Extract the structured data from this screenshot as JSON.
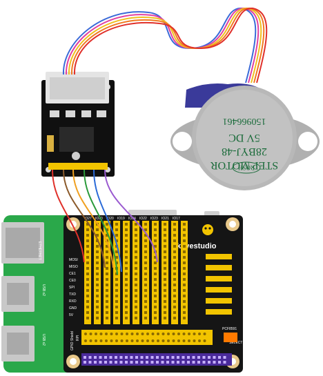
{
  "motor": {
    "label": "STEP MOTOR",
    "model": "28BYJ-48",
    "voltage": "5V DC",
    "serial": "150966461",
    "brand": "ROSH"
  },
  "shield": {
    "brand": "keyestudio",
    "board_label": "GPIO Shield",
    "rpi_label": "RPI",
    "pcf_label": "PCF8591",
    "select_label": "SELECT",
    "left_labels": [
      "MOSI",
      "MISO",
      "CE1",
      "CE0",
      "SPI",
      "TXD",
      "RXD",
      "GND",
      "5V"
    ],
    "top_labels": [
      "IO27",
      "IO20",
      "IO20",
      "IO19",
      "IO24",
      "IO22",
      "IO23",
      "IO21",
      "IO17"
    ]
  },
  "pi": {
    "ethernet_label": "ETHERNET",
    "usb_labels": [
      "USB x2",
      "USB x2"
    ]
  },
  "colors": {
    "wire_colors": [
      "#e0302a",
      "#8b5a2b",
      "#f0a020",
      "#2a9a3a",
      "#2a6ad8",
      "#9a5ad0"
    ],
    "pcb": "#101010",
    "shield": "#151515",
    "pi_green": "#2aa84a",
    "yellow_header": "#f2c400",
    "motor_body": "#b8b8b8"
  }
}
